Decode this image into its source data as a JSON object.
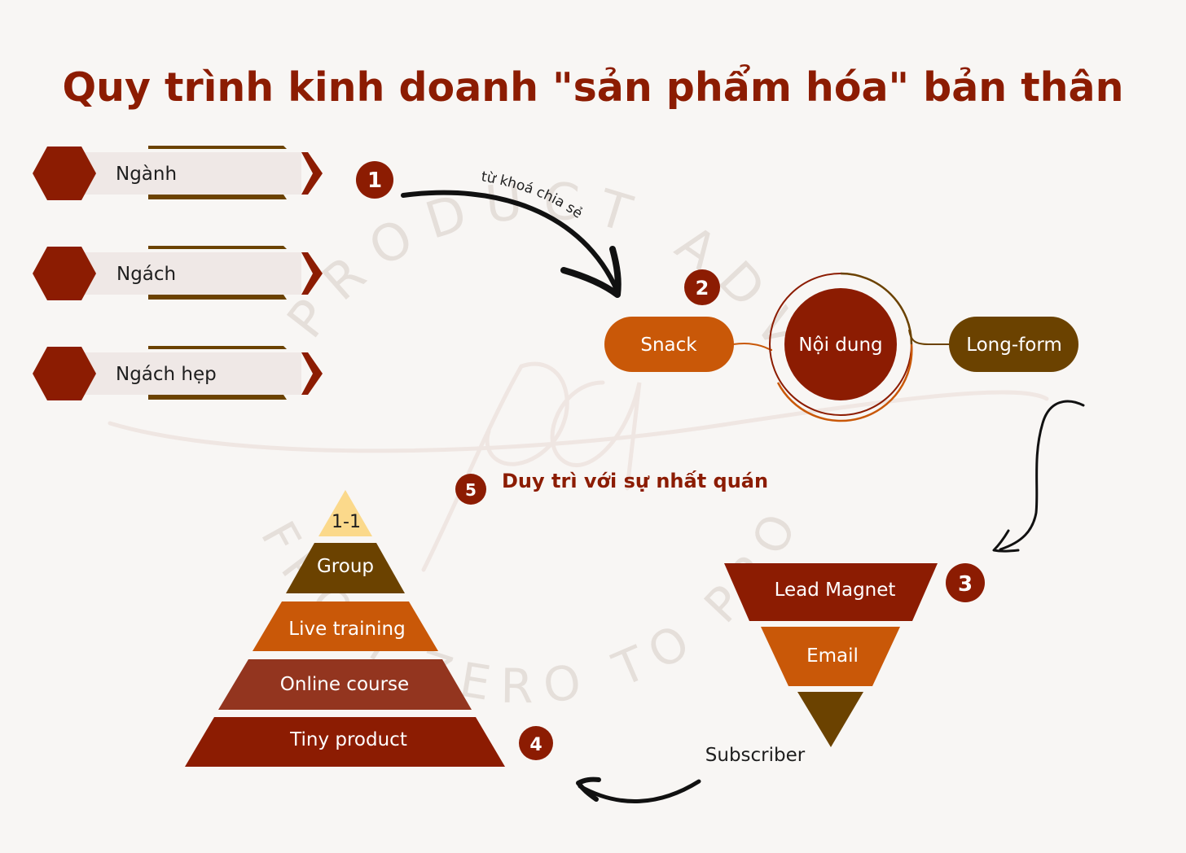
{
  "title": "Quy trình kinh doanh \"sản phẩm hóa\" bản thân",
  "colors": {
    "dark_red": "#8c1c02",
    "orange": "#c95808",
    "brown": "#6b4200",
    "rust": "#93351f",
    "pale_yellow": "#fbd98b",
    "panel": "#efe8e6",
    "text_dark": "#1e1e1e",
    "white": "#ffffff",
    "background": "#f8f6f4"
  },
  "niche_labels": [
    "Ngành",
    "Ngách",
    "Ngách hẹp"
  ],
  "arrow_label": "từ khoá chia sẻ",
  "steps": [
    "1",
    "2",
    "3",
    "4",
    "5"
  ],
  "content": {
    "snack": "Snack",
    "center": "Nội dung",
    "long_form": "Long-form"
  },
  "funnel": {
    "levels": [
      "Lead Magnet",
      "Email"
    ],
    "output": "Subscriber"
  },
  "pyramid": {
    "levels_top_to_bottom": [
      "1-1",
      "Group",
      "Live training",
      "Online course",
      "Tiny product"
    ]
  },
  "consistency": "Duy trì với sự nhất quán",
  "watermark": {
    "top_arc": "PRODUCT ADVISOR",
    "bottom_arc": "FROM ZERO TO PRODUCT"
  }
}
